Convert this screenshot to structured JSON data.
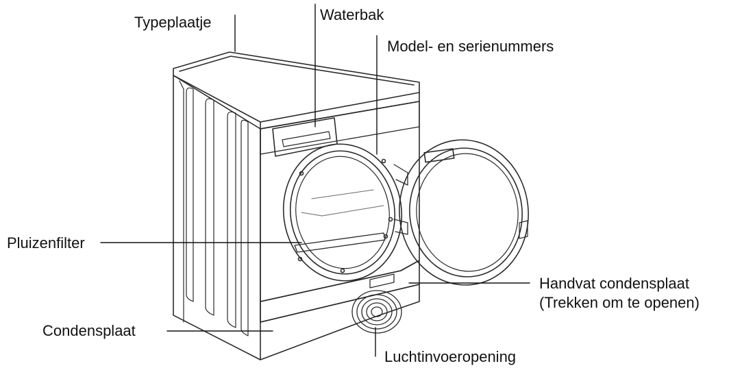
{
  "labels": {
    "typeplaatje": "Typeplaatje",
    "waterbak": "Waterbak",
    "model_serienummers": "Model- en serienummers",
    "pluizenfilter": "Pluizenfilter",
    "handvat_line1": "Handvat condensplaat",
    "handvat_line2": "(Trekken om te openen)",
    "condensplaat": "Condensplaat",
    "luchtinvoeropening": "Luchtinvoeropening"
  }
}
